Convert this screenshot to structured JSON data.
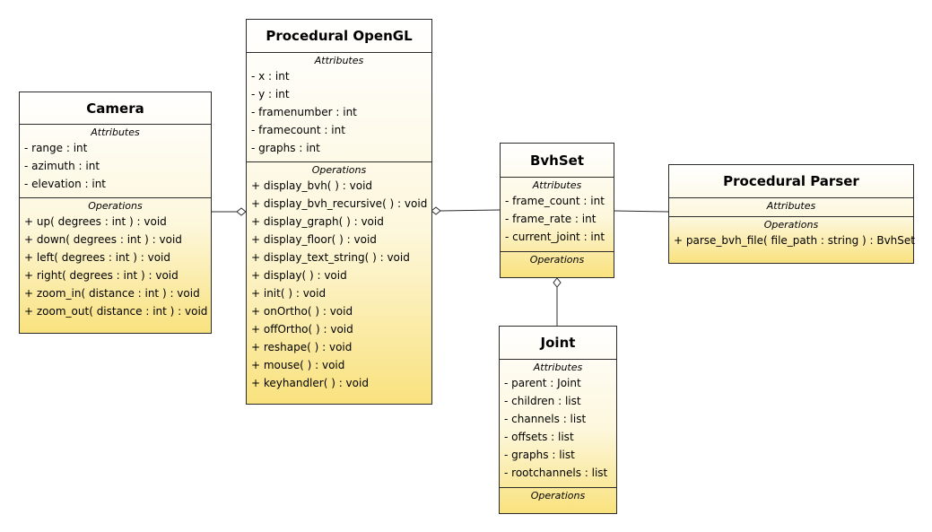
{
  "classes": {
    "camera": {
      "name": "Camera",
      "attributes_title": "Attributes",
      "attributes": [
        "- range : int",
        "- azimuth : int",
        "- elevation : int"
      ],
      "operations_title": "Operations",
      "operations": [
        "+ up( degrees : int ) : void",
        "+ down( degrees : int ) : void",
        "+ left( degrees : int ) : void",
        "+ right( degrees : int ) : void",
        "+ zoom_in( distance : int ) : void",
        "+ zoom_out( distance : int ) : void"
      ]
    },
    "opengl": {
      "name": "Procedural OpenGL",
      "attributes_title": "Attributes",
      "attributes": [
        "- x : int",
        "- y : int",
        "- framenumber : int",
        "- framecount : int",
        "- graphs : int"
      ],
      "operations_title": "Operations",
      "operations": [
        "+ display_bvh(  ) : void",
        "+ display_bvh_recursive(  ) : void",
        "+ display_graph(  ) : void",
        "+ display_floor(  ) : void",
        "+ display_text_string(  ) : void",
        "+ display(  ) : void",
        "+ init(  ) : void",
        "+ onOrtho(  ) : void",
        "+ offOrtho(  ) : void",
        "+ reshape(  ) : void",
        "+ mouse(  ) : void",
        "+ keyhandler(  ) : void"
      ]
    },
    "bvhset": {
      "name": "BvhSet",
      "attributes_title": "Attributes",
      "attributes": [
        "- frame_count : int",
        "- frame_rate : int",
        "- current_joint : int"
      ],
      "operations_title": "Operations",
      "operations": []
    },
    "parser": {
      "name": "Procedural Parser",
      "attributes_title": "Attributes",
      "attributes": [],
      "operations_title": "Operations",
      "operations": [
        "+ parse_bvh_file( file_path : string ) : BvhSet"
      ]
    },
    "joint": {
      "name": "Joint",
      "attributes_title": "Attributes",
      "attributes": [
        "- parent : Joint",
        "- children : list",
        "- channels : list",
        "- offsets : list",
        "- graphs : list",
        "- rootchannels : list"
      ],
      "operations_title": "Operations",
      "operations": []
    }
  },
  "colors": {
    "border": "#2b2b2b",
    "fill_top": "#ffffff",
    "fill_bottom": "#f9e27e"
  }
}
